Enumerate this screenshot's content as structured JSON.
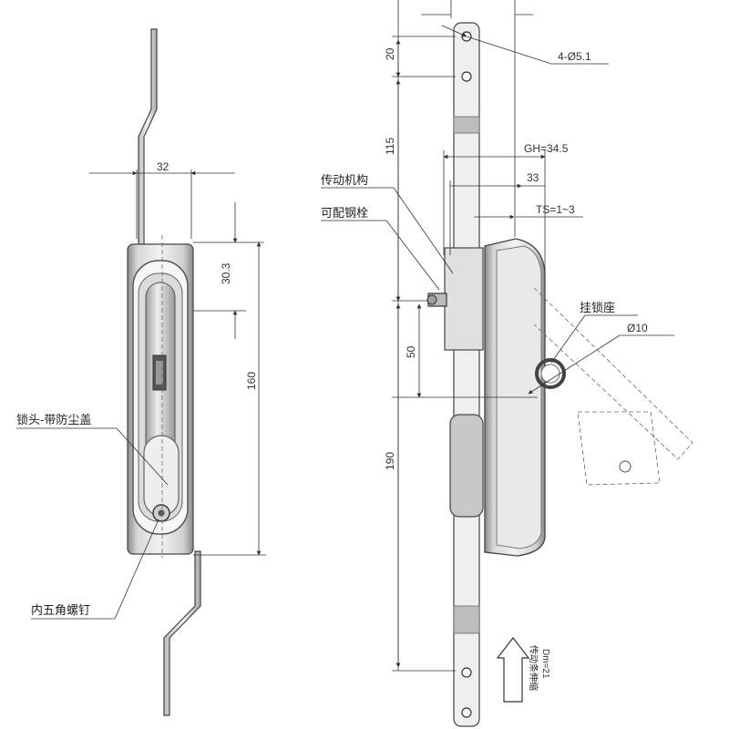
{
  "dimensions": {
    "width_32": "32",
    "height_30_3": "30.3",
    "height_160": "160",
    "top_20": "20",
    "span_115": "115",
    "span_50": "50",
    "span_190": "190",
    "hole_dia": "4-Ø5.1",
    "gh": "GH=34.5",
    "offset_33": "33",
    "ts": "TS=1~3",
    "padlock_dia": "Ø10",
    "stroke_line1": "传动条伸缩",
    "stroke_line2": "Dm=21"
  },
  "labels": {
    "lock_cover": "锁头-带防尘盖",
    "hex_screw": "内五角螺钉",
    "mechanism": "传动机构",
    "steel_bolt": "可配钢栓",
    "padlock_seat": "挂锁座"
  },
  "colors": {
    "metal_light": "#e6e6e6",
    "metal_mid": "#b9b9b9",
    "metal_dark": "#7a7a7a",
    "line": "#333333"
  }
}
